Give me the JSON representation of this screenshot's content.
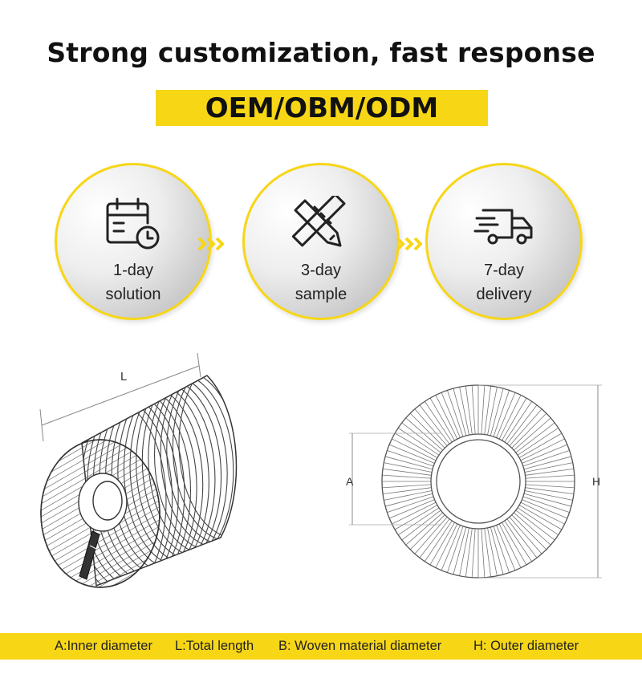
{
  "headline": "Strong customization, fast response",
  "banner": "OEM/OBM/ODM",
  "steps": [
    {
      "line1": "1-day",
      "line2": "solution",
      "icon": "calendar-clock-icon"
    },
    {
      "line1": "3-day",
      "line2": "sample",
      "icon": "pencil-ruler-icon"
    },
    {
      "line1": "7-day",
      "line2": "delivery",
      "icon": "delivery-truck-icon"
    }
  ],
  "diagram_labels": {
    "length": "L",
    "inner": "A",
    "outer": "H"
  },
  "legend": [
    "A:Inner diameter",
    "L:Total length",
    "B: Woven material diameter",
    "H: Outer diameter"
  ],
  "colors": {
    "accent": "#f7d616",
    "text": "#111111"
  }
}
